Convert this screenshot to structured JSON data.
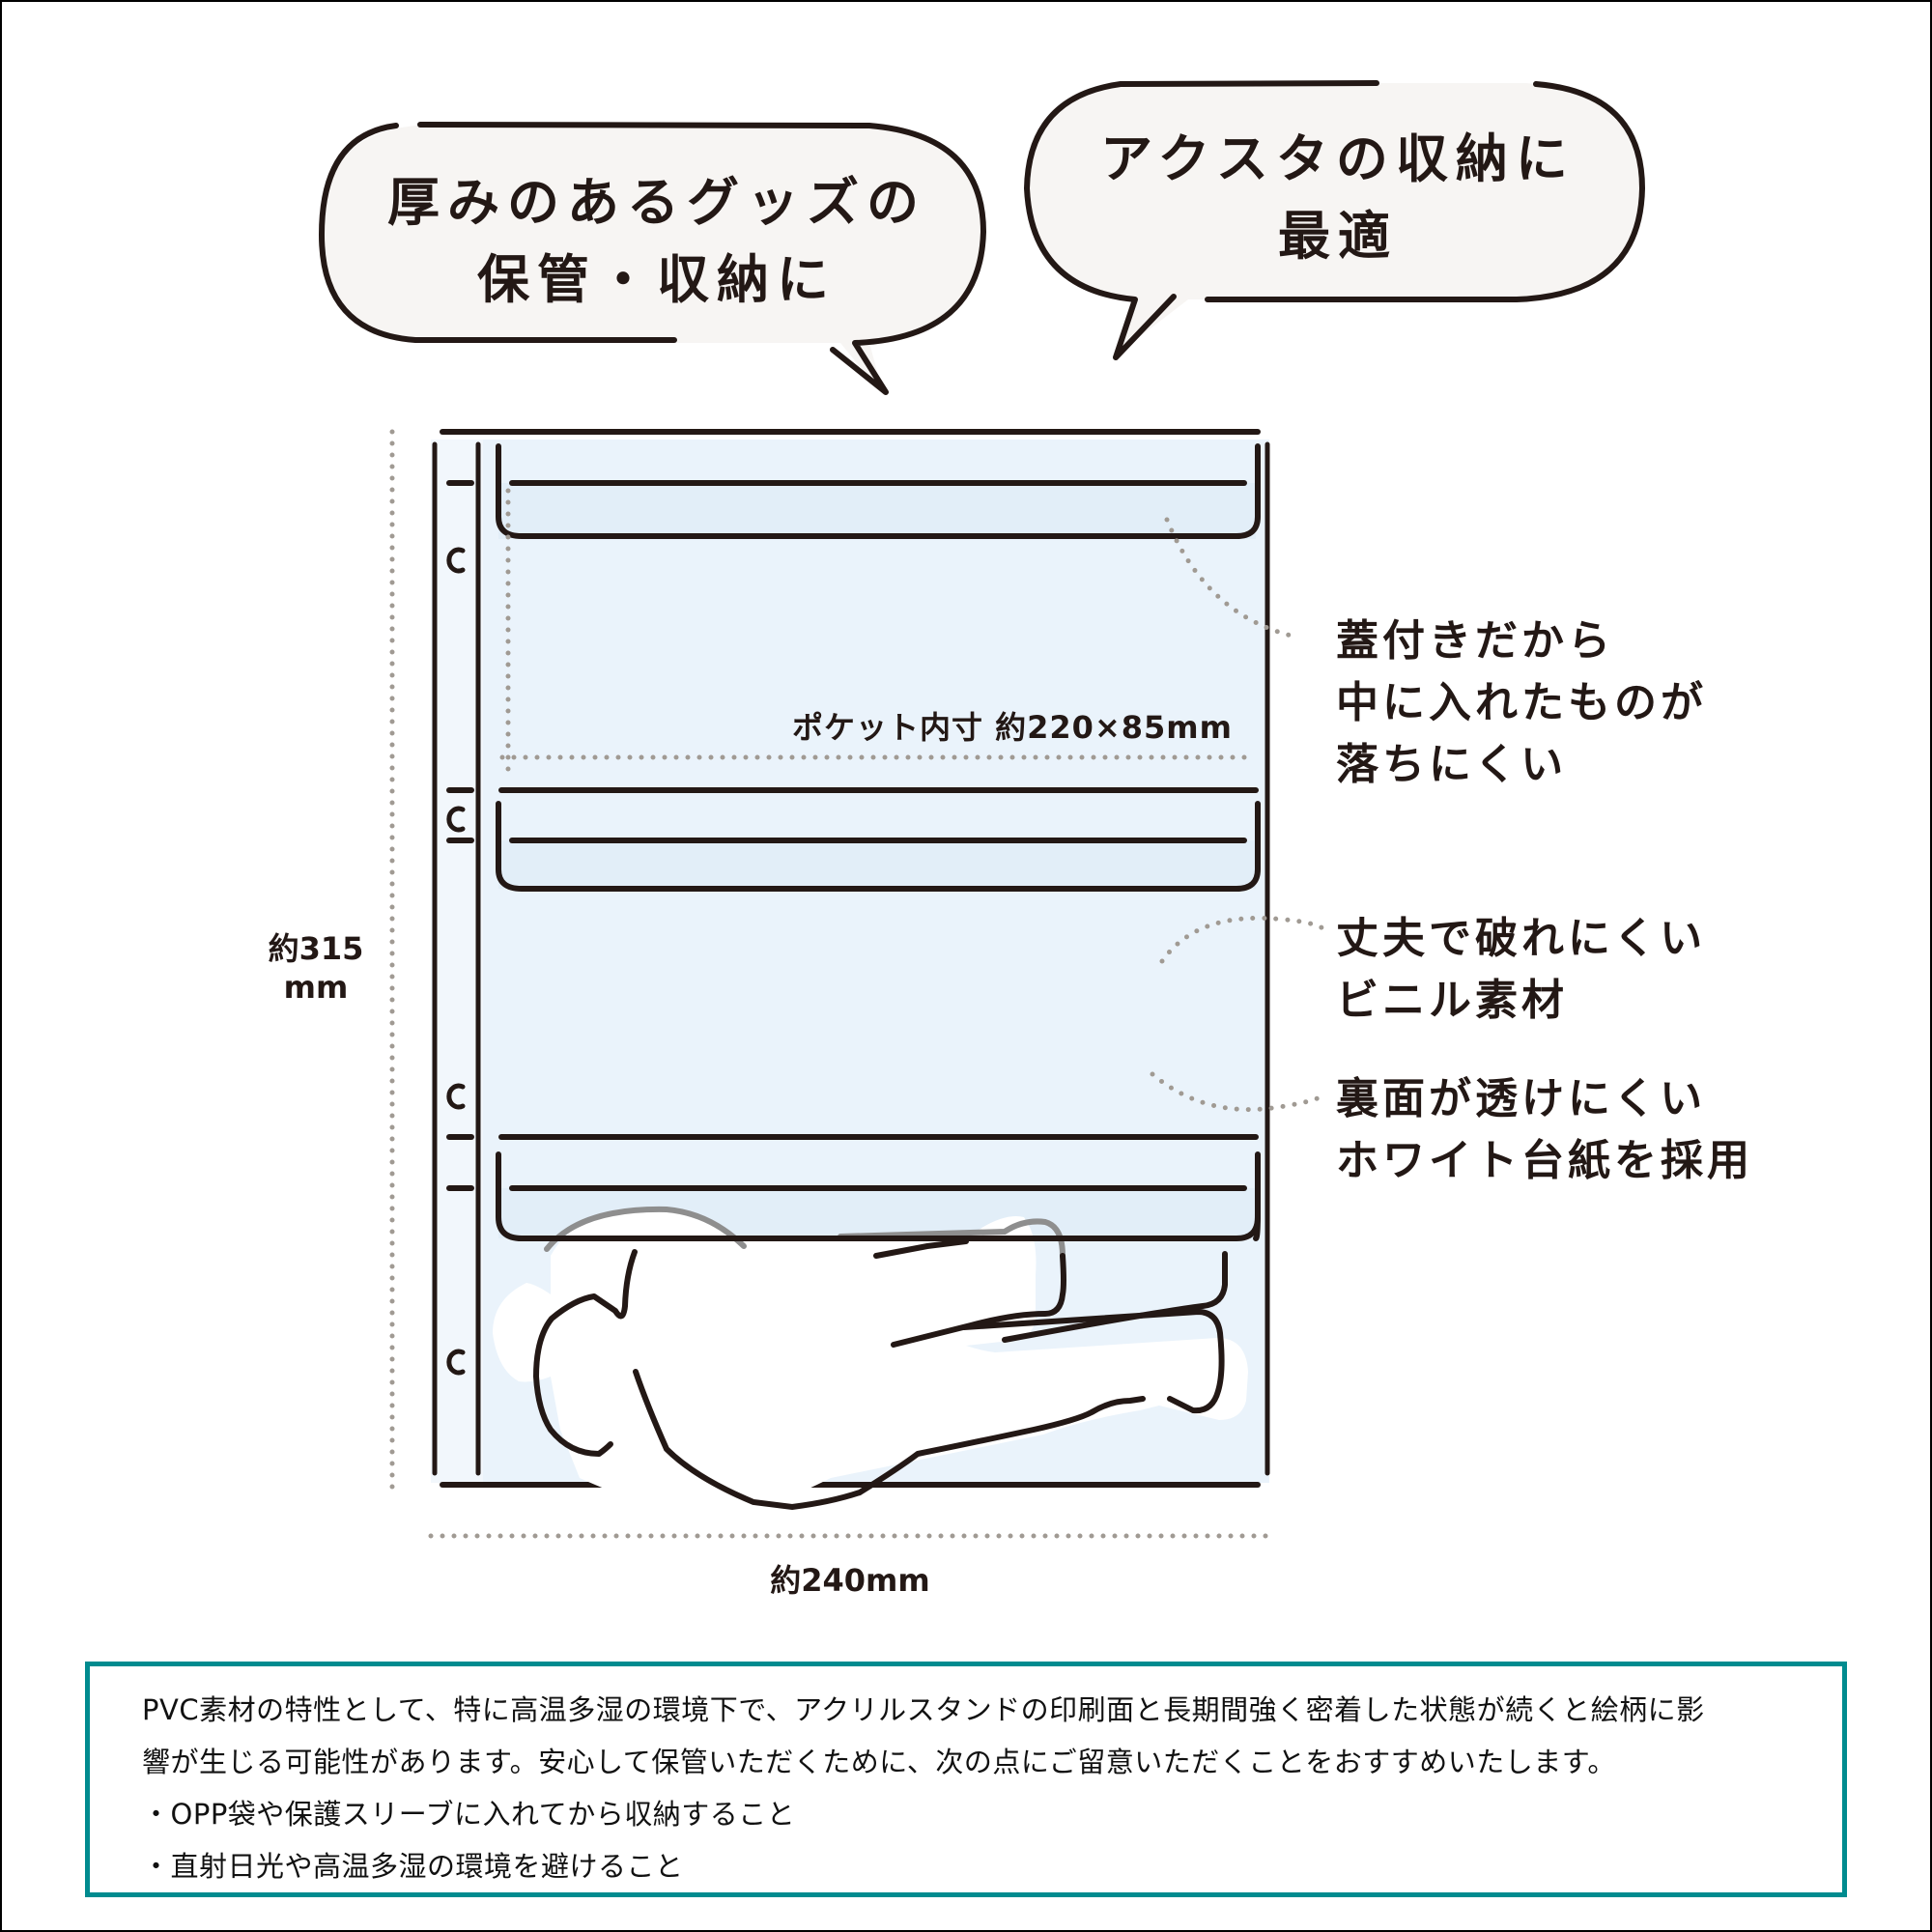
{
  "bubbles": [
    {
      "lines": [
        "厚みのあるグッズの",
        "保管・収納に"
      ]
    },
    {
      "lines": [
        "アクスタの収納に",
        "最適"
      ]
    }
  ],
  "diagram": {
    "pocket_label": "ポケット内寸 約220×85mm",
    "height_label": [
      "約315",
      "mm"
    ],
    "width_label": "約240mm"
  },
  "features": [
    {
      "lines": [
        "蓋付きだから",
        "中に入れたものが",
        "落ちにくい"
      ]
    },
    {
      "lines": [
        "丈夫で破れにくい",
        "ビニル素材"
      ]
    },
    {
      "lines": [
        "裏面が透けにくい",
        "ホワイト台紙を採用"
      ]
    }
  ],
  "notice": {
    "lines": [
      "PVC素材の特性として、特に高温多湿の環境下で、アクリルスタンドの印刷面と長期間強く密着した状態が続くと絵柄に影",
      "響が生じる可能性があります。安心して保管いただくために、次の点にご留意いただくことをおすすめいたします。",
      "・OPP袋や保護スリーブに入れてから収納すること",
      "・直射日光や高温多湿の環境を避けること"
    ]
  },
  "colors": {
    "ink": "#231815",
    "bubble_fill": "#f7f5f3",
    "sheet_fill": "#eaf3fb",
    "flap_fill": "#e2eef8",
    "dots": "#a09a93",
    "notice_border": "#008b8f"
  }
}
